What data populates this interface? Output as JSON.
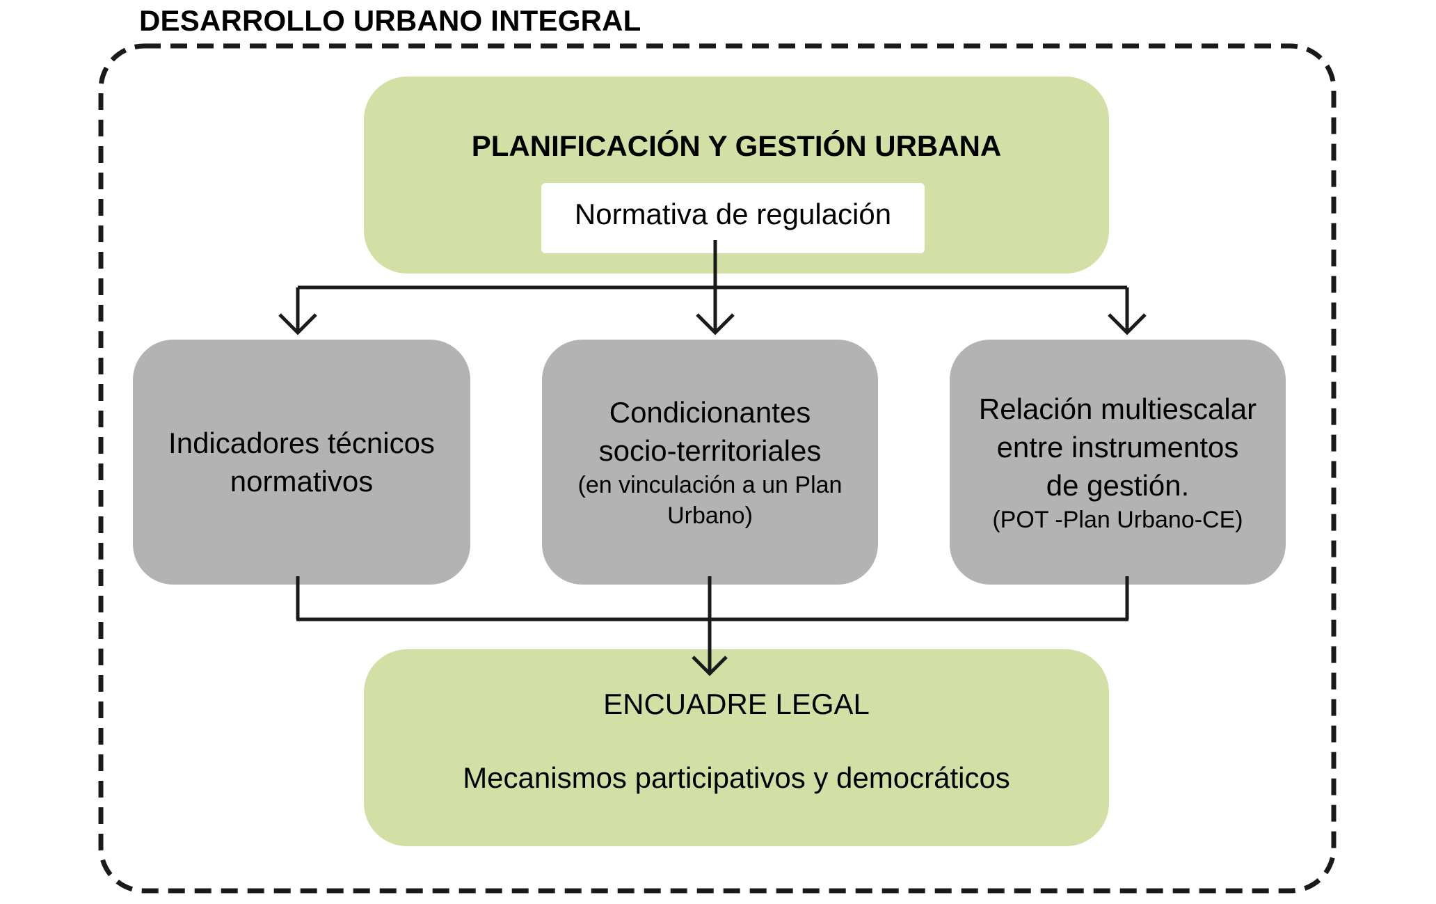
{
  "diagram": {
    "title": "DESARROLLO URBANO INTEGRAL",
    "top_box": {
      "heading": "PLANIFICACIÓN Y GESTIÓN URBANA",
      "inner_label": "Normativa de regulación",
      "color": "#d2dfa5"
    },
    "middle_boxes": [
      {
        "lines": [
          "Indicadores técnicos",
          "normativos"
        ],
        "sub_lines": []
      },
      {
        "lines": [
          "Condicionantes",
          "socio-territoriales"
        ],
        "sub_lines": [
          "(en vinculación a un Plan",
          "Urbano)"
        ]
      },
      {
        "lines": [
          "Relación multiescalar",
          "entre instrumentos",
          "de gestión."
        ],
        "sub_lines": [
          "(POT -Plan Urbano-CE)"
        ]
      }
    ],
    "middle_box_color": "#b3b3b3",
    "bottom_box": {
      "heading": "ENCUADRE LEGAL",
      "text": "Mecanismos participativos y democráticos",
      "color": "#d2dfa5"
    },
    "line_color": "#1a1a1a"
  }
}
